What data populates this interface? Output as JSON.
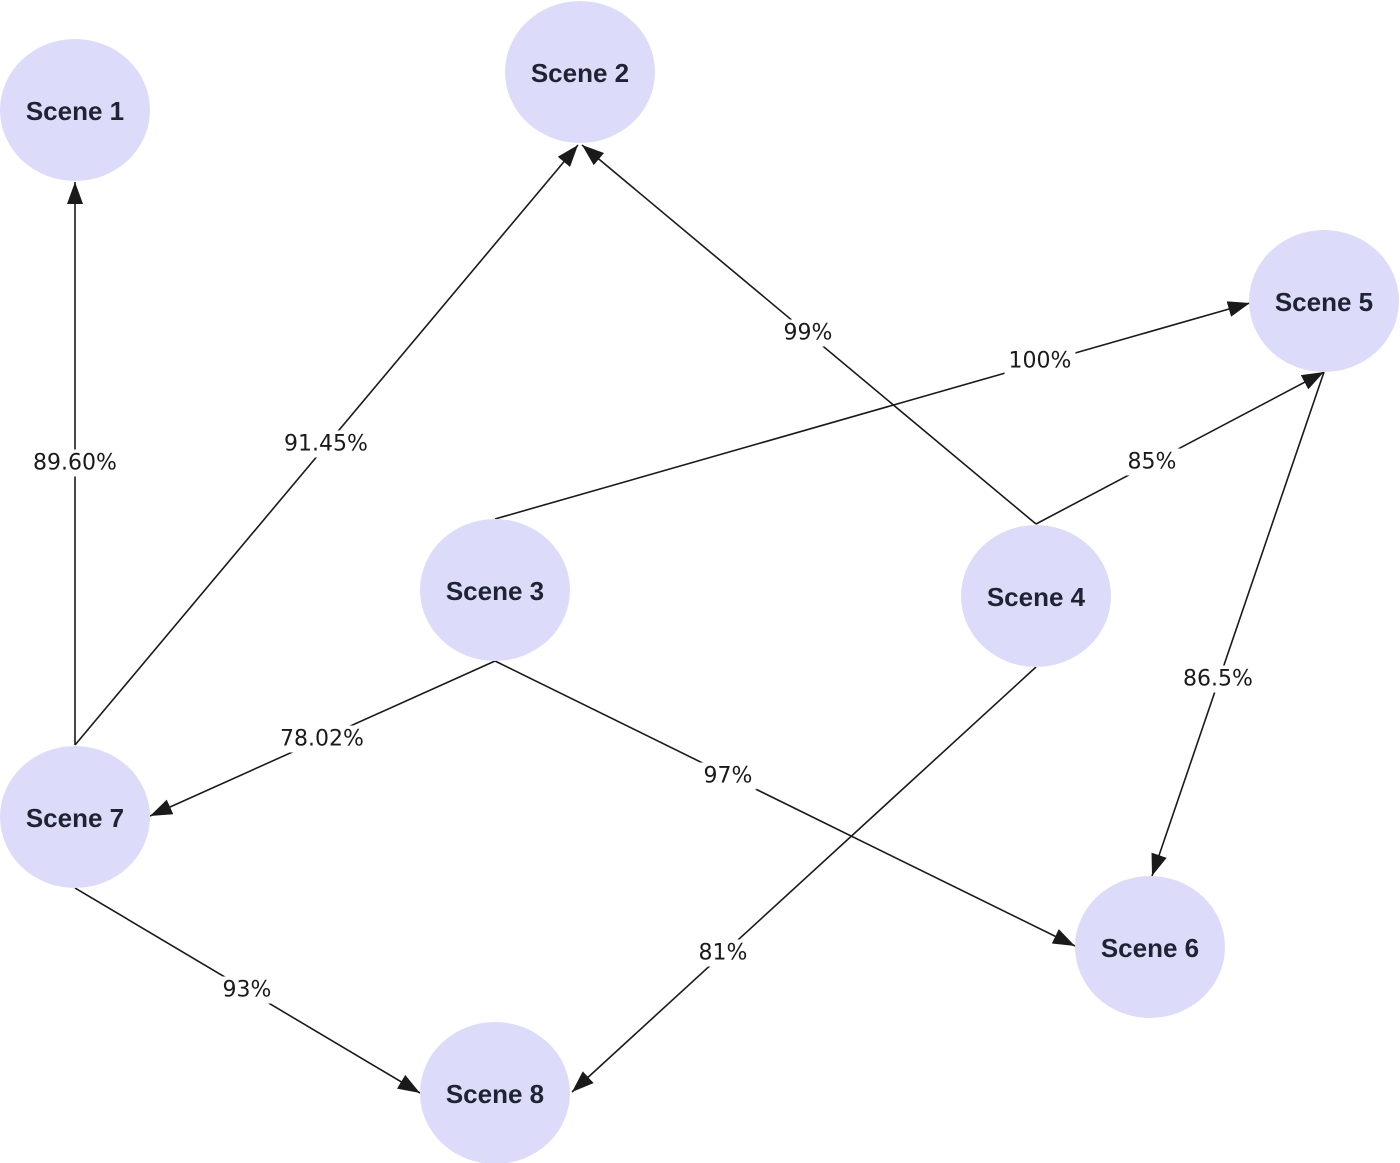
{
  "colors": {
    "node_fill": "#dcdcfa",
    "node_text": "#1f2433",
    "edge": "#1a1a1a",
    "label_text": "#1a1a1a",
    "background": "#ffffff"
  },
  "nodes": [
    {
      "id": "s1",
      "label": "Scene 1"
    },
    {
      "id": "s2",
      "label": "Scene 2"
    },
    {
      "id": "s3",
      "label": "Scene 3"
    },
    {
      "id": "s4",
      "label": "Scene 4"
    },
    {
      "id": "s5",
      "label": "Scene 5"
    },
    {
      "id": "s6",
      "label": "Scene 6"
    },
    {
      "id": "s7",
      "label": "Scene 7"
    },
    {
      "id": "s8",
      "label": "Scene 8"
    }
  ],
  "edges": [
    {
      "from": "s7",
      "to": "s1",
      "label": "89.60%"
    },
    {
      "from": "s7",
      "to": "s2",
      "label": "91.45%"
    },
    {
      "from": "s4",
      "to": "s2",
      "label": "99%"
    },
    {
      "from": "s3",
      "to": "s5",
      "label": "100%"
    },
    {
      "from": "s4",
      "to": "s5",
      "label": "85%"
    },
    {
      "from": "s5",
      "to": "s6",
      "label": "86.5%"
    },
    {
      "from": "s3",
      "to": "s7",
      "label": "78.02%"
    },
    {
      "from": "s3",
      "to": "s6",
      "label": "97%"
    },
    {
      "from": "s4",
      "to": "s8",
      "label": "81%"
    },
    {
      "from": "s7",
      "to": "s8",
      "label": "93%"
    }
  ]
}
